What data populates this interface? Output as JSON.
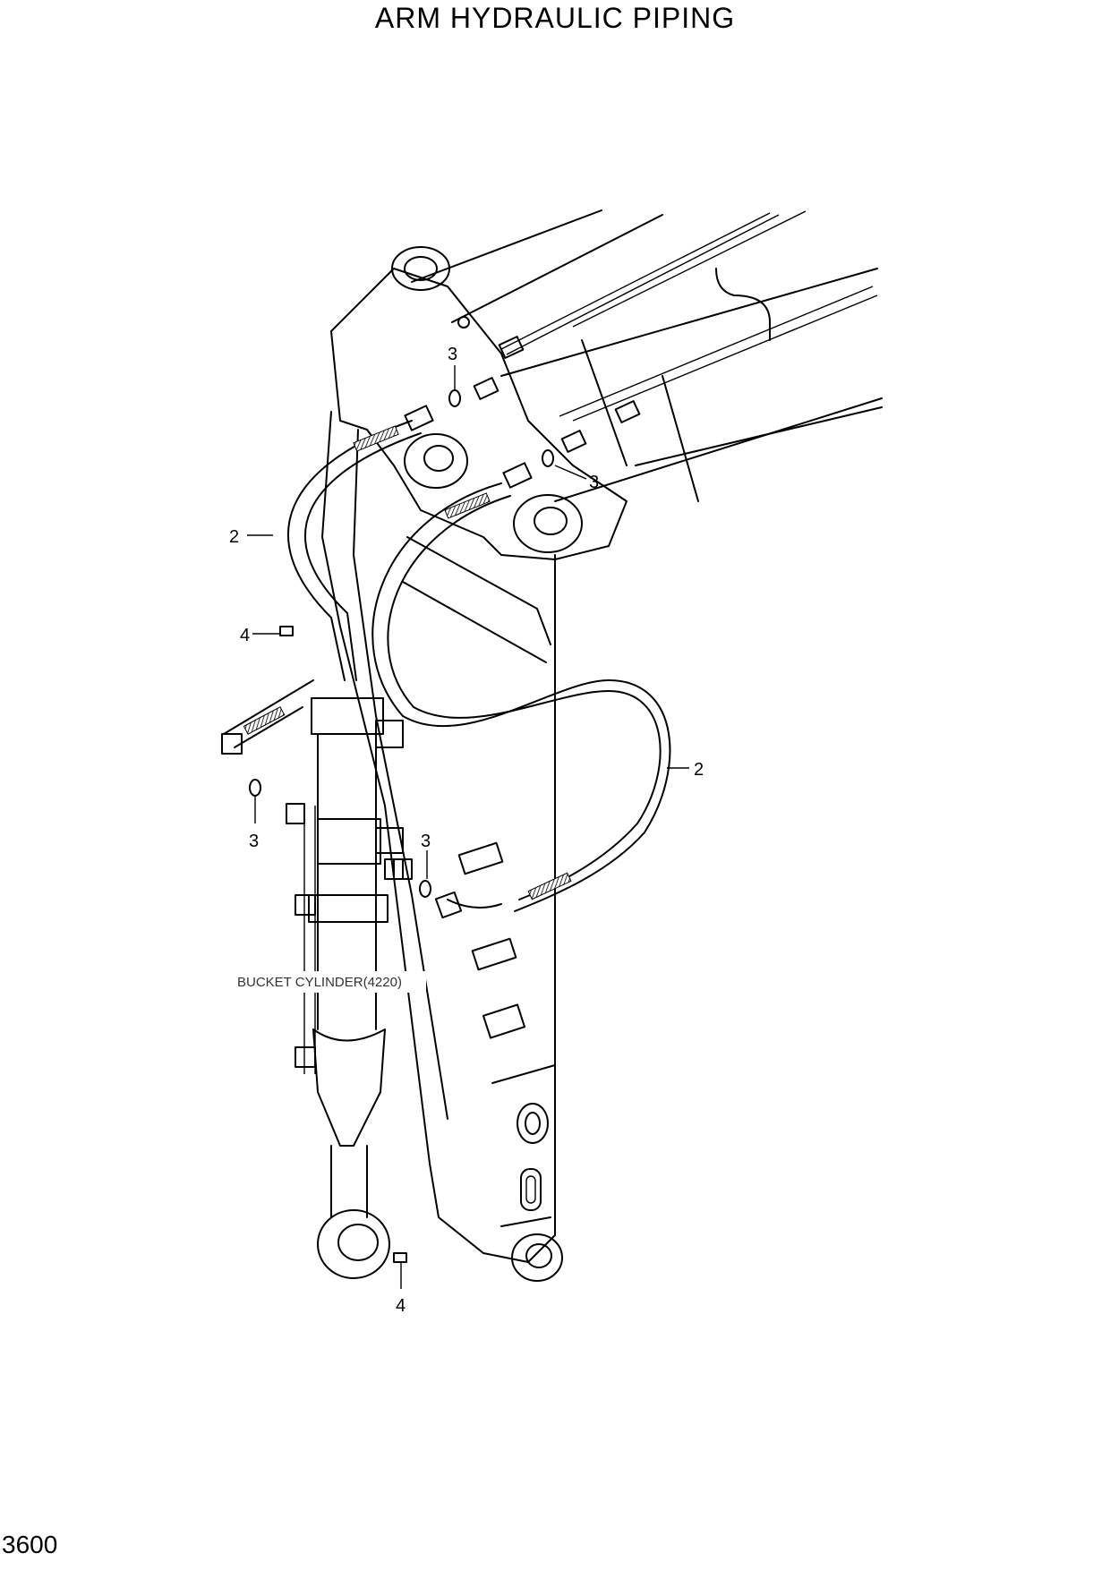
{
  "title": "ARM HYDRAULIC PIPING",
  "page_number": "3600",
  "callouts": {
    "c3_top": "3",
    "c3_right": "3",
    "c2_left": "2",
    "c4_top": "4",
    "c2_right": "2",
    "c3_left": "3",
    "c3_mid": "3",
    "c4_bottom": "4"
  },
  "note": "BUCKET CYLINDER(4220)"
}
